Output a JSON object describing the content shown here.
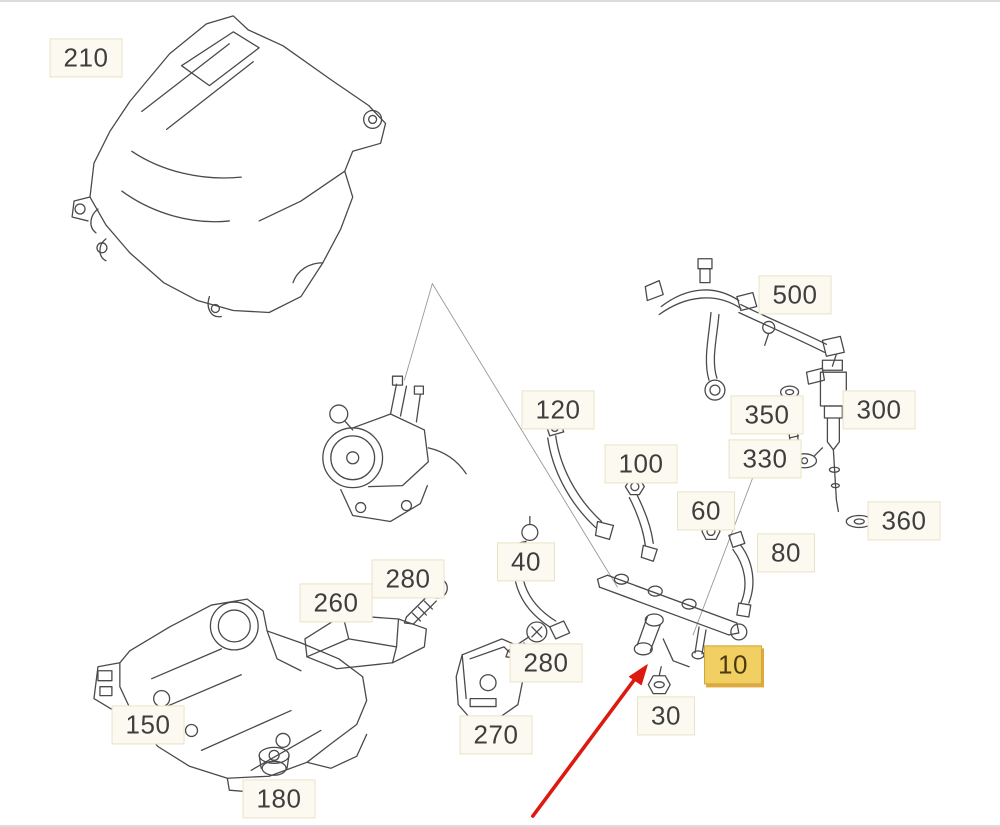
{
  "colors": {
    "line": "#4a4a4a",
    "leader": "#999999",
    "label_text": "#3e3e3e",
    "label_bg": "#fcfaf0",
    "label_border": "#eae2c6",
    "highlight_bg": "#f2cf63",
    "highlight_border": "#cfa43c",
    "highlight_shadow": "#dfa93f",
    "arrow": "#dd1a10",
    "edge": "#dcdcdc"
  },
  "labels": [
    {
      "text": "210",
      "highlighted": false
    },
    {
      "text": "500",
      "highlighted": false
    },
    {
      "text": "120",
      "highlighted": false
    },
    {
      "text": "100",
      "highlighted": false
    },
    {
      "text": "350",
      "highlighted": false
    },
    {
      "text": "330",
      "highlighted": false
    },
    {
      "text": "300",
      "highlighted": false
    },
    {
      "text": "60",
      "highlighted": false
    },
    {
      "text": "360",
      "highlighted": false
    },
    {
      "text": "40",
      "highlighted": false
    },
    {
      "text": "80",
      "highlighted": false
    },
    {
      "text": "280",
      "highlighted": false
    },
    {
      "text": "260",
      "highlighted": false
    },
    {
      "text": "280",
      "highlighted": false
    },
    {
      "text": "270",
      "highlighted": false
    },
    {
      "text": "150",
      "highlighted": false
    },
    {
      "text": "180",
      "highlighted": false
    },
    {
      "text": "30",
      "highlighted": false
    },
    {
      "text": "10",
      "highlighted": true
    }
  ]
}
